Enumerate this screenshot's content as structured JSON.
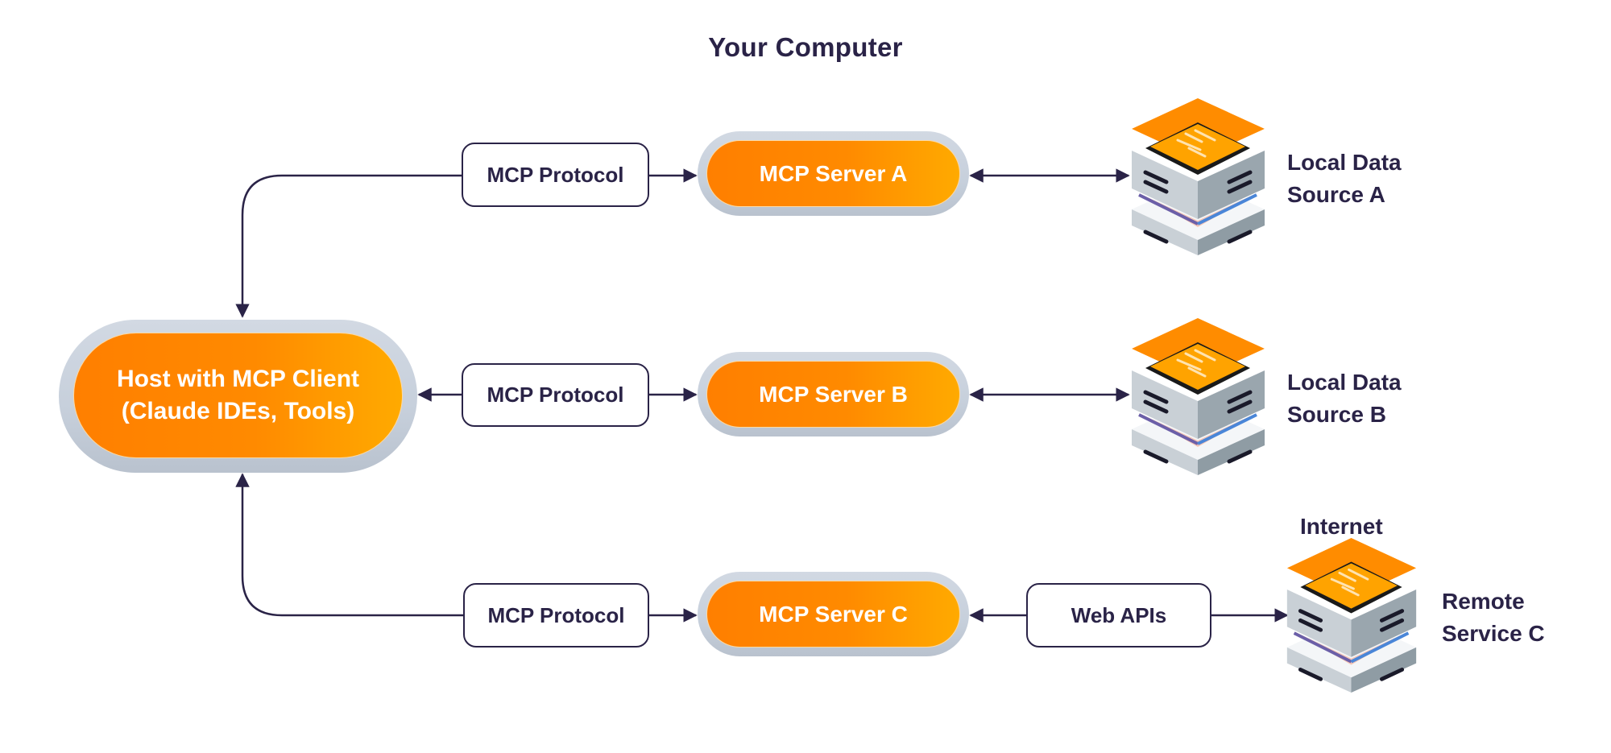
{
  "diagram": {
    "title": "Your Computer",
    "host": {
      "label": "Host with MCP Client (Claude IDEs, Tools)"
    },
    "rows": [
      {
        "protocol_label": "MCP Protocol",
        "server_label": "MCP Server A",
        "target_label_line1": "Local Data",
        "target_label_line2": "Source A",
        "target_icon": "server-stack-icon"
      },
      {
        "protocol_label": "MCP Protocol",
        "server_label": "MCP Server B",
        "target_label_line1": "Local Data",
        "target_label_line2": "Source B",
        "target_icon": "server-stack-icon"
      },
      {
        "protocol_label": "MCP Protocol",
        "server_label": "MCP Server C",
        "middle_label": "Web APIs",
        "target_label_line1": "Remote",
        "target_label_line2": "Service C",
        "target_zone_label": "Internet",
        "target_icon": "server-stack-icon"
      }
    ],
    "colors": {
      "text_dark": "#2a2347",
      "accent_orange_start": "#ff7f00",
      "accent_orange_end": "#ffaa00",
      "pill_border": "#c6cfdb",
      "connector": "#2a2347"
    }
  }
}
